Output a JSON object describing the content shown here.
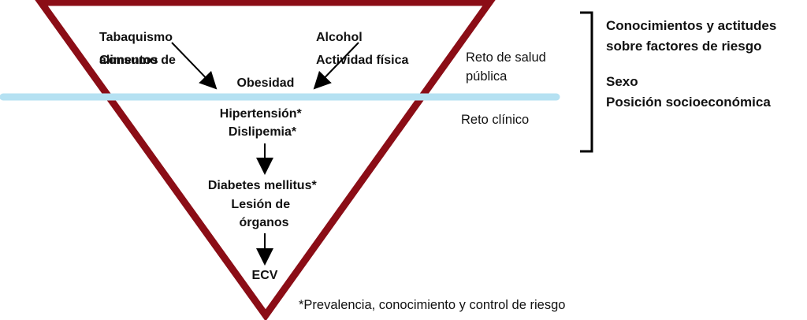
{
  "colors": {
    "triangle": "#8b0d16",
    "divider": "#b5e1f2",
    "text": "#111111"
  },
  "left_factors": [
    "Tabaquismo",
    "Consumo de",
    "alimentos"
  ],
  "right_factors": [
    "Alcohol",
    "Actividad física"
  ],
  "obesity": "Obesidad",
  "clinical_1": [
    "Hipertensión*",
    "Dislipemia*"
  ],
  "clinical_2": [
    "Diabetes mellitus*",
    "Lesión de",
    "órganos"
  ],
  "outcome": "ECV",
  "public_health_label": [
    "Reto de salud",
    "pública"
  ],
  "clinical_label": "Reto clínico",
  "footnote": "*Prevalencia, conocimiento y control de riesgo",
  "side_factors": {
    "group_1": [
      "Conocimientos y actitudes",
      "sobre factores de riesgo"
    ],
    "group_2": [
      "Sexo",
      "Posición socioeconómica"
    ]
  }
}
